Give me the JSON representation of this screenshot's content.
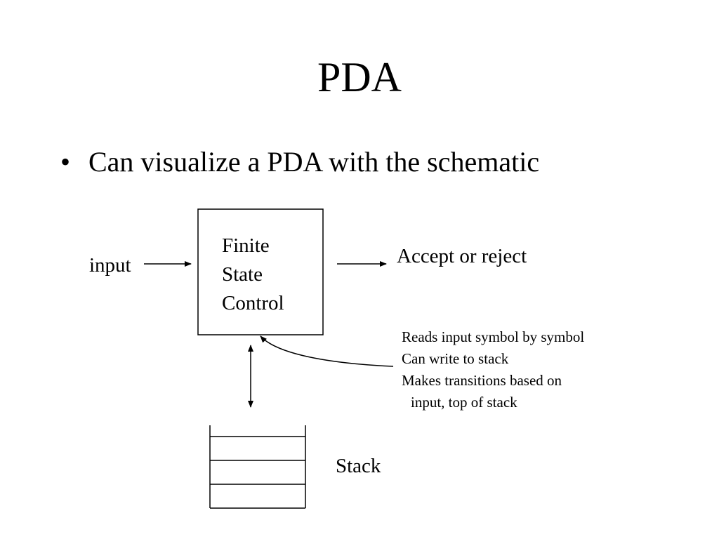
{
  "slide": {
    "title": "PDA",
    "bullet": "Can visualize a PDA with the schematic"
  },
  "diagram": {
    "input_label": "input",
    "output_label": "Accept or reject",
    "control_lines": [
      "Finite",
      "State",
      "Control"
    ],
    "stack_label": "Stack",
    "notes": [
      "Reads input symbol by symbol",
      "Can write to stack",
      "Makes transitions based on",
      "input, top of stack"
    ],
    "stack_cells": 3
  }
}
